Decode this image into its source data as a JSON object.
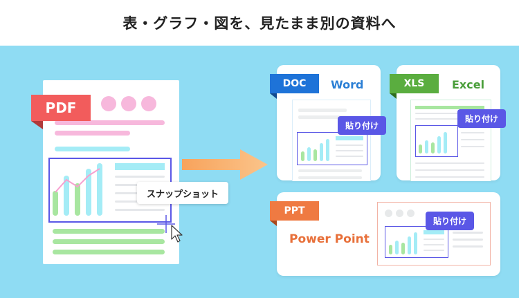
{
  "title": "表・グラフ・図を、見たまま別の資料へ",
  "source": {
    "tag": "PDF",
    "tag_color": "#f25c5c"
  },
  "snapshot_label": "スナップショット",
  "targets": {
    "doc": {
      "tag": "DOC",
      "name": "Word",
      "tag_color": "#1e73d8",
      "name_color": "#2b7fd5"
    },
    "xls": {
      "tag": "XLS",
      "name": "Excel",
      "tag_color": "#5aad3f",
      "name_color": "#4a9e3a"
    },
    "ppt": {
      "tag": "PPT",
      "name": "Power Point",
      "tag_color": "#ef7a42",
      "name_color": "#e8703a"
    }
  },
  "paste_label": "貼り付け",
  "colors": {
    "background": "#8fdcf3",
    "accent": "#5a57e6",
    "arrow": "#f7a35c",
    "chart_green": "#a8e6a0",
    "chart_cyan": "#a4ecf6",
    "pink": "#f7b8dc"
  }
}
